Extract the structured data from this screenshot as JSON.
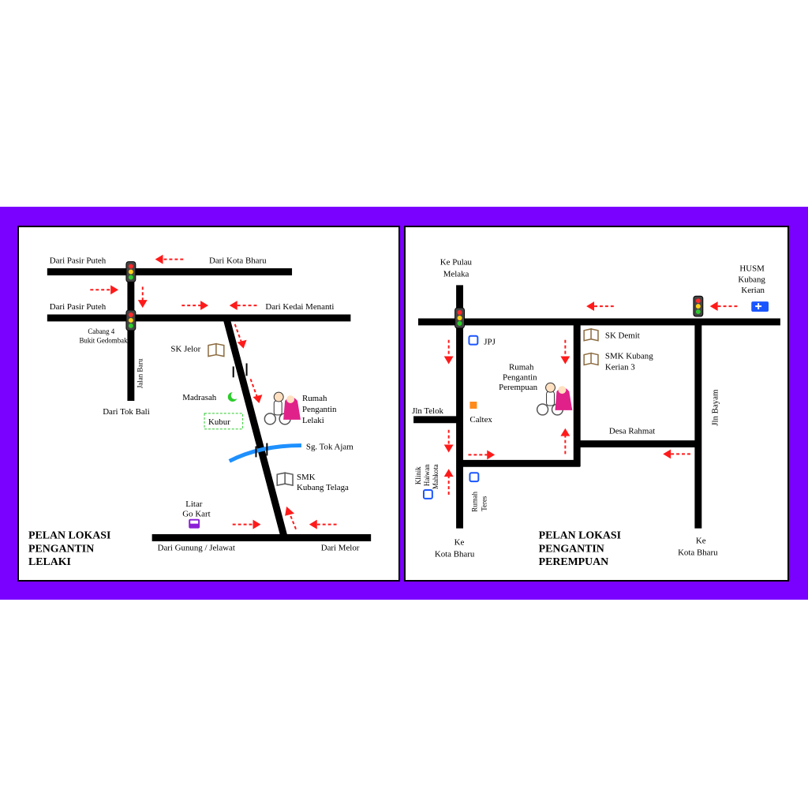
{
  "left_map": {
    "title_lines": [
      "PELAN LOKASI",
      "PENGANTIN",
      "LELAKI"
    ],
    "labels": {
      "dari_pasir_puteh_1": "Dari Pasir Puteh",
      "dari_kota_bharu": "Dari Kota Bharu",
      "dari_pasir_puteh_2": "Dari Pasir Puteh",
      "dari_kedai_menanti": "Dari Kedai Menanti",
      "cabang4_line1": "Cabang 4",
      "cabang4_line2": "Bukit Gedombak",
      "jalan_baru": "Jalan Baru",
      "dari_tok_bali": "Dari Tok Bali",
      "sk_jelor": "SK Jelor",
      "madrasah": "Madrasah",
      "kubur": "Kubur",
      "rumah_line1": "Rumah",
      "rumah_line2": "Pengantin",
      "rumah_line3": "Lelaki",
      "sg_tok_ajam": "Sg. Tok Ajam",
      "smk_line1": "SMK",
      "smk_line2": "Kubang Telaga",
      "litar_line1": "Litar",
      "litar_line2": "Go Kart",
      "dari_gunung": "Dari Gunung / Jelawat",
      "dari_melor": "Dari Melor"
    }
  },
  "right_map": {
    "title_lines": [
      "PELAN LOKASI",
      "PENGANTIN",
      "PEREMPUAN"
    ],
    "labels": {
      "ke_pulau_line1": "Ke Pulau",
      "ke_pulau_line2": "Melaka",
      "husm_line1": "HUSM",
      "husm_line2": "Kubang",
      "husm_line3": "Kerian",
      "jpj": "JPJ",
      "sk_demit": "SK Demit",
      "smk_line1": "SMK Kubang",
      "smk_line2": "Kerian 3",
      "rumah_line1": "Rumah",
      "rumah_line2": "Pengantin",
      "rumah_line3": "Perempuan",
      "jln_telok": "Jln Telok",
      "caltex": "Caltex",
      "desa_rahmat": "Desa Rahmat",
      "jln_bayam": "Jln Bayam",
      "klinik_line1": "Klinik",
      "klinik_line2": "Haiwan",
      "klinik_line3": "Mahkota",
      "rumah_teres_line1": "Rumah",
      "rumah_teres_line2": "Teres",
      "ke_kb_left_line1": "Ke",
      "ke_kb_left_line2": "Kota Bharu",
      "ke_kb_right_line1": "Ke",
      "ke_kb_right_line2": "Kota Bharu"
    }
  },
  "colors": {
    "frame": "#7a00ff",
    "road": "#000000",
    "arrow": "#ff1a1a",
    "river": "#1e90ff",
    "bride": "#e0218a"
  }
}
